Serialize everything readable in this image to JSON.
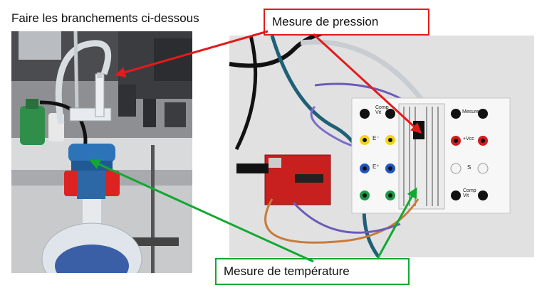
{
  "instruction": "Faire les branchements ci-dessous",
  "callouts": {
    "pressure": {
      "label": "Mesure de pression",
      "border_color": "#e21b1b"
    },
    "temperature": {
      "label": "Mesure de température",
      "border_color": "#12a832"
    }
  },
  "board_labels": {
    "top_left": "Comp Vit",
    "e_minus": "E⁻",
    "e_plus": "E⁺",
    "mesure": "Mesure",
    "vcc": "+Vcc",
    "s": "S",
    "bottom_right": "Comp Vit"
  },
  "colors": {
    "red_arrow": "#e21b1b",
    "green_arrow": "#12a832"
  }
}
